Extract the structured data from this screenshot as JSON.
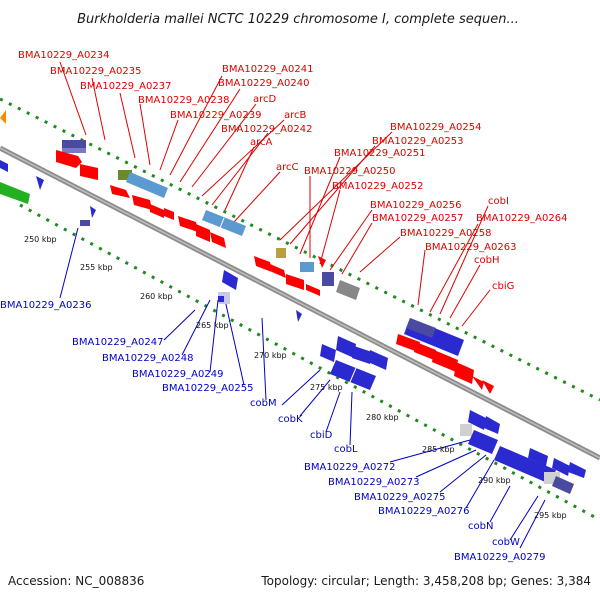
{
  "title": "Burkholderia mallei NCTC 10229 chromosome I, complete sequen...",
  "footer": {
    "accession": "Accession: NC_008836",
    "topology": "Topology: circular; Length: 3,458,208 bp; Genes: 3,384"
  },
  "colors": {
    "forward_label": "#e00000",
    "reverse_label": "#0000c8",
    "backbone": "#8c8c8c",
    "ruler_dots": "#1f8a1f"
  },
  "kbp_ticks": [
    "250 kbp",
    "255 kbp",
    "260 kbp",
    "265 kbp",
    "270 kbp",
    "275 kbp",
    "280 kbp",
    "285 kbp",
    "290 kbp",
    "295 kbp"
  ],
  "forward_labels": [
    "BMA10229_A0234",
    "BMA10229_A0235",
    "BMA10229_A0237",
    "BMA10229_A0238",
    "BMA10229_A0239",
    "BMA10229_A0241",
    "BMA10229_A0240",
    "arcD",
    "arcB",
    "BMA10229_A0242",
    "arcA",
    "arcC",
    "BMA10229_A0254",
    "BMA10229_A0253",
    "BMA10229_A0251",
    "BMA10229_A0250",
    "BMA10229_A0252",
    "BMA10229_A0256",
    "BMA10229_A0257",
    "BMA10229_A0264",
    "cobI",
    "BMA10229_A0258",
    "BMA10229_A0263",
    "cobH",
    "cbiG"
  ],
  "reverse_labels": [
    "BMA10229_A0236",
    "BMA10229_A0247",
    "BMA10229_A0248",
    "BMA10229_A0249",
    "BMA10229_A0255",
    "cobM",
    "cobK",
    "cbiD",
    "cobL",
    "BMA10229_A0272",
    "BMA10229_A0273",
    "BMA10229_A0275",
    "BMA10229_A0276",
    "cobN",
    "cobW",
    "BMA10229_A0279"
  ]
}
